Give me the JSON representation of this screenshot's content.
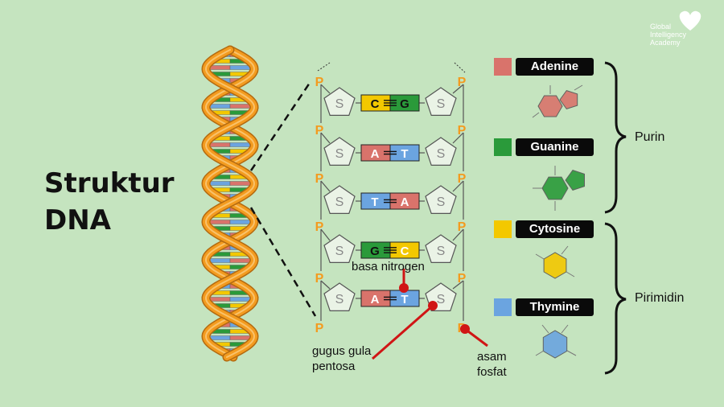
{
  "title": {
    "line1": "Struktur",
    "line2": "DNA"
  },
  "brand": {
    "line1": "Global",
    "line2": "Intelligency",
    "line3": "Academy",
    "logo_icon": "heart-icon"
  },
  "colors": {
    "adenine": "#d9736b",
    "guanine": "#2a9a3a",
    "cytosine": "#f3c800",
    "thymine": "#6ba4e0",
    "backbone": "#f39b1f",
    "pointer": "#d01515"
  },
  "ladder": {
    "phosphate_letter": "P",
    "sugar_letter": "S",
    "rungs": [
      {
        "left": "C",
        "right": "G"
      },
      {
        "left": "A",
        "right": "T"
      },
      {
        "left": "T",
        "right": "A"
      },
      {
        "left": "G",
        "right": "C"
      },
      {
        "left": "A",
        "right": "T"
      }
    ]
  },
  "legend": {
    "bases": [
      {
        "name": "Adenine",
        "color": "#d9736b"
      },
      {
        "name": "Guanine",
        "color": "#2a9a3a"
      },
      {
        "name": "Cytosine",
        "color": "#f3c800"
      },
      {
        "name": "Thymine",
        "color": "#6ba4e0"
      }
    ],
    "groups": {
      "purine": "Purin",
      "pyrimidine": "Pirimidin"
    }
  },
  "annotations": {
    "nitrogen_base": "basa nitrogen",
    "sugar_line1": "gugus gula",
    "sugar_line2": "pentosa",
    "phosphate_line1": "asam",
    "phosphate_line2": "fosfat"
  }
}
